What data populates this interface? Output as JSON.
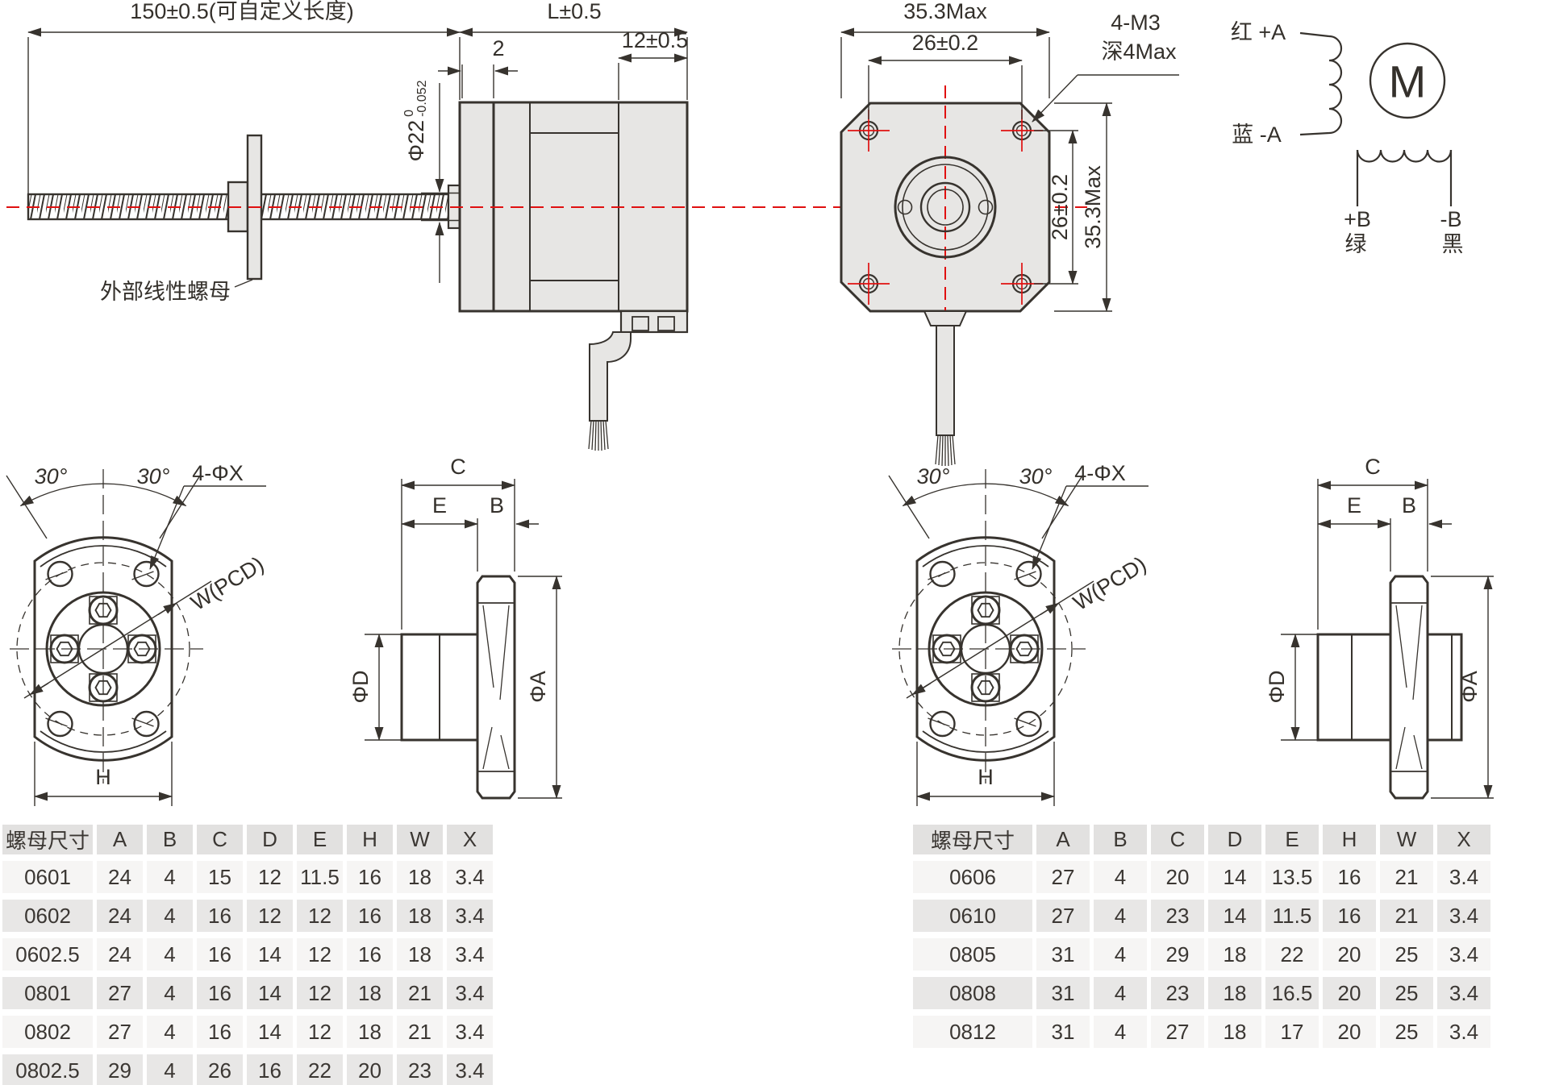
{
  "colors": {
    "line": "#37332e",
    "centerline_red": "#e01010",
    "part_fill": "#e7e6e4",
    "table_header_bg": "#e2e1e0",
    "table_row_bg": "#f6f5f4",
    "table_row_alt_bg": "#e8e7e6",
    "text": "#34302b"
  },
  "top": {
    "screw_length_dim": "150±0.5(可自定义长度)",
    "screw_dia_prefix": "Φ22",
    "screw_dia_tol_upper": "0",
    "screw_dia_tol_lower": "-0.052",
    "nut_callout": "外部线性螺母",
    "plate_thickness_dim": "2",
    "motor_length_dim": "L±0.5",
    "rear_section_dim": "12±0.5",
    "face_width_dim": "35.3Max",
    "face_height_dim": "35.3Max",
    "hole_span_h_dim": "26±0.2",
    "hole_span_v_dim": "26±0.2",
    "mount_holes_note_line1": "4-M3",
    "mount_holes_note_line2": "深4Max"
  },
  "wiring": {
    "a_pos": "红 +A",
    "a_neg": "蓝 -A",
    "motor_symbol": "M",
    "b_pos": "+B",
    "b_pos_color": "绿",
    "b_neg": "-B",
    "b_neg_color": "黑"
  },
  "flange": {
    "angle_dim": "30°",
    "holes_dim": "4-ΦX",
    "pcd_dim": "W(PCD)",
    "width_dim": "H",
    "length_dim": "C",
    "body_len_dim": "E",
    "flange_thk_dim": "B",
    "body_dia_dim": "ΦD",
    "flange_dia_dim": "ΦA"
  },
  "left_table": {
    "headers": [
      "螺母尺寸",
      "A",
      "B",
      "C",
      "D",
      "E",
      "H",
      "W",
      "X"
    ],
    "rows": [
      [
        "0601",
        "24",
        "4",
        "15",
        "12",
        "11.5",
        "16",
        "18",
        "3.4"
      ],
      [
        "0602",
        "24",
        "4",
        "16",
        "12",
        "12",
        "16",
        "18",
        "3.4"
      ],
      [
        "0602.5",
        "24",
        "4",
        "16",
        "14",
        "12",
        "16",
        "18",
        "3.4"
      ],
      [
        "0801",
        "27",
        "4",
        "16",
        "14",
        "12",
        "18",
        "21",
        "3.4"
      ],
      [
        "0802",
        "27",
        "4",
        "16",
        "14",
        "12",
        "18",
        "21",
        "3.4"
      ],
      [
        "0802.5",
        "29",
        "4",
        "26",
        "16",
        "22",
        "20",
        "23",
        "3.4"
      ]
    ]
  },
  "right_table": {
    "headers": [
      "螺母尺寸",
      "A",
      "B",
      "C",
      "D",
      "E",
      "H",
      "W",
      "X"
    ],
    "rows": [
      [
        "0606",
        "27",
        "4",
        "20",
        "14",
        "13.5",
        "16",
        "21",
        "3.4"
      ],
      [
        "0610",
        "27",
        "4",
        "23",
        "14",
        "11.5",
        "16",
        "21",
        "3.4"
      ],
      [
        "0805",
        "31",
        "4",
        "29",
        "18",
        "22",
        "20",
        "25",
        "3.4"
      ],
      [
        "0808",
        "31",
        "4",
        "23",
        "18",
        "16.5",
        "20",
        "25",
        "3.4"
      ],
      [
        "0812",
        "31",
        "4",
        "27",
        "18",
        "17",
        "20",
        "25",
        "3.4"
      ]
    ]
  }
}
